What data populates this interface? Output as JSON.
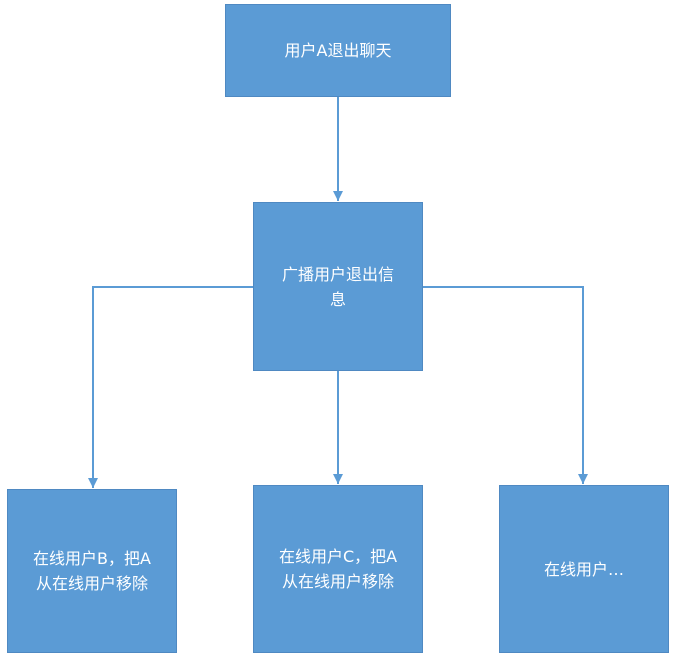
{
  "colors": {
    "node_fill": "#5b9bd5",
    "node_border": "#4f89c2",
    "connector": "#5b9bd5",
    "node_text": "#ffffff"
  },
  "nodes": {
    "user_quit": "用户A退出聊天",
    "broadcast": "广播用户退出信\n息",
    "user_b": "在线用户B，把A\n从在线用户移除",
    "user_c": "在线用户C，把A\n从在线用户移除",
    "user_etc": "在线用户…"
  }
}
